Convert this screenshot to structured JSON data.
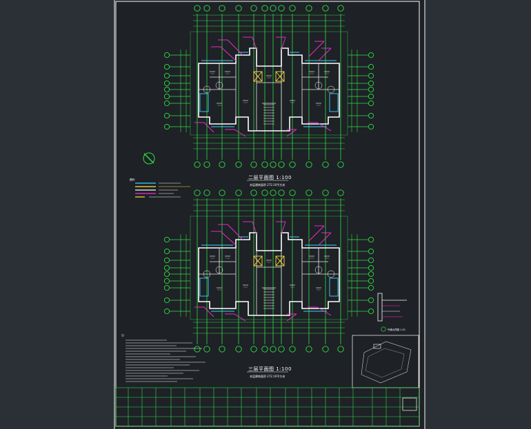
{
  "plans": [
    {
      "title": "二层平面图 1:100",
      "subtitle": "本层建筑面积 272.10平方米"
    },
    {
      "title": "三层平面图 1:100",
      "subtitle": "本层建筑面积 272.10平方米"
    }
  ],
  "legend": {
    "label": "图例："
  },
  "notes": {
    "label": "注："
  },
  "detail": {
    "label": "外墙大样图 1:20"
  },
  "colors": {
    "sheet": "#1e2126",
    "grid": "#2fe046",
    "wall": "#ffffff",
    "accent_magenta": "#ff2bd6",
    "accent_cyan": "#36d8ff",
    "accent_yellow": "#ffe23a"
  }
}
